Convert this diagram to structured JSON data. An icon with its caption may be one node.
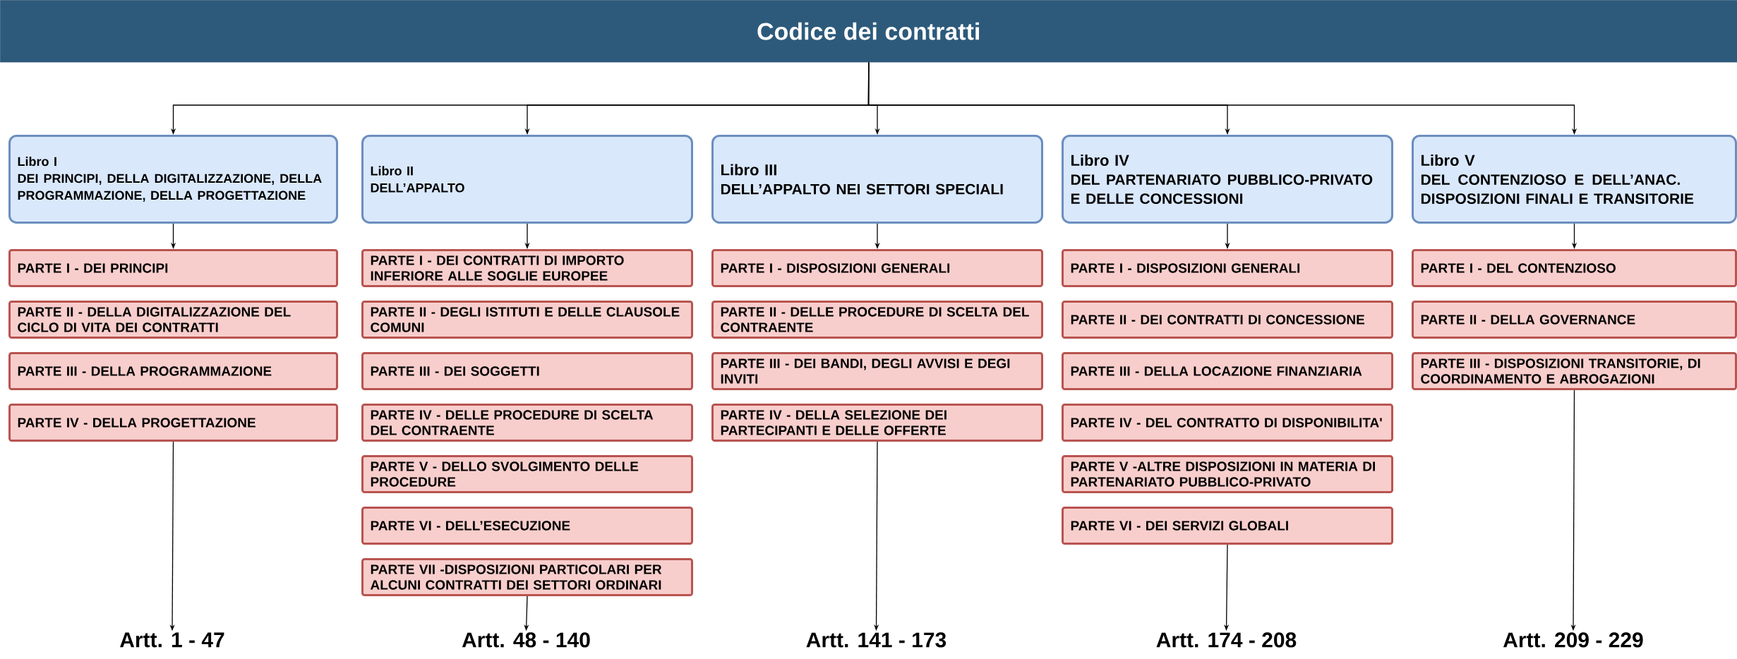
{
  "diagram": {
    "nodes": [
      {
        "text": [
          "Codice dei contratti"
        ]
      },
      {
        "text": [
          "Libro I",
          "DEI PRINCIPI, DELLA DIGITALIZZAZIONE, DELLA PROGRAMMAZIONE, DELLA PROGETTAZIONE"
        ]
      },
      {
        "text": [
          "PARTE I - DEI PRINCIPI"
        ]
      },
      {
        "text": [
          "PARTE II - DELLA DIGITALIZZAZIONE DEL CICLO DI VITA DEI CONTRATTI"
        ]
      },
      {
        "text": [
          "PARTE III - DELLA PROGRAMMAZIONE"
        ]
      },
      {
        "text": [
          "PARTE IV - DELLA PROGETTAZIONE"
        ]
      },
      {
        "text": [
          "Artt. 1 - 47"
        ]
      },
      {
        "text": [
          "Libro II",
          "DELL’APPALTO"
        ]
      },
      {
        "text": [
          "PARTE I - DEI CONTRATTI DI IMPORTO INFERIORE ALLE SOGLIE EUROPEE"
        ]
      },
      {
        "text": [
          "PARTE II - DEGLI ISTITUTI E DELLE CLAUSOLE COMUNI"
        ]
      },
      {
        "text": [
          "PARTE III - DEI SOGGETTI"
        ]
      },
      {
        "text": [
          "PARTE IV - DELLE PROCEDURE DI SCELTA DEL CONTRAENTE"
        ]
      },
      {
        "text": [
          "PARTE V - DELLO SVOLGIMENTO DELLE PROCEDURE"
        ]
      },
      {
        "text": [
          "PARTE VI - DELL’ESECUZIONE"
        ]
      },
      {
        "text": [
          "PARTE VII -DISPOSIZIONI PARTICOLARI PER ALCUNI CONTRATTI DEI SETTORI ORDINARI"
        ]
      },
      {
        "text": [
          "Artt. 48 - 140"
        ]
      },
      {
        "text": [
          "Libro III",
          "DELL’APPALTO NEI SETTORI SPECIALI"
        ]
      },
      {
        "text": [
          "PARTE I - DISPOSIZIONI GENERALI"
        ]
      },
      {
        "text": [
          "PARTE II - DELLE PROCEDURE DI SCELTA DEL CONTRAENTE"
        ]
      },
      {
        "text": [
          "PARTE III - DEI BANDI, DEGLI AVVISI E DEGI INVITI"
        ]
      },
      {
        "text": [
          "PARTE IV - DELLA SELEZIONE DEI PARTECIPANTI E DELLE OFFERTE"
        ]
      },
      {
        "text": [
          "Artt. 141 - 173"
        ]
      },
      {
        "text": [
          "Libro IV",
          "DEL PARTENARIATO PUBBLICO-PRIVATO E DELLE CONCESSIONI"
        ]
      },
      {
        "text": [
          "PARTE I - DISPOSIZIONI GENERALI"
        ]
      },
      {
        "text": [
          "PARTE II - DEI CONTRATTI DI CONCESSIONE"
        ]
      },
      {
        "text": [
          "PARTE III - DELLA LOCAZIONE FINANZIARIA"
        ]
      },
      {
        "text": [
          "PARTE IV - DEL CONTRATTO DI DISPONIBILITA'"
        ]
      },
      {
        "text": [
          "PARTE V -ALTRE DISPOSIZIONI IN MATERIA DI PARTENARIATO PUBBLICO-PRIVATO"
        ]
      },
      {
        "text": [
          "PARTE VI - DEI SERVIZI GLOBALI"
        ]
      },
      {
        "text": [
          "Artt. 174 - 208"
        ]
      },
      {
        "text": [
          "Libro V",
          "DEL CONTENZIOSO E DELL’ANAC. DISPOSIZIONI FINALI E TRANSITORIE"
        ]
      },
      {
        "text": [
          "PARTE I - DEL CONTENZIOSO"
        ]
      },
      {
        "text": [
          "PARTE II - DELLA GOVERNANCE"
        ]
      },
      {
        "text": [
          "PARTE III - DISPOSIZIONI TRANSITORIE, DI COORDINAMENTO E ABROGAZIONI"
        ]
      },
      {
        "text": [
          "Artt. 209 - 229"
        ]
      }
    ],
    "edges": [
      {
        "from": 0,
        "to": 1,
        "arrow": "to"
      },
      {
        "from": 0,
        "to": 7,
        "arrow": "to"
      },
      {
        "from": 0,
        "to": 16,
        "arrow": "to"
      },
      {
        "from": 0,
        "to": 22,
        "arrow": "to"
      },
      {
        "from": 0,
        "to": 30,
        "arrow": "to"
      },
      {
        "from": 1,
        "to": 2,
        "arrow": "to"
      },
      {
        "from": 7,
        "to": 8,
        "arrow": "to"
      },
      {
        "from": 16,
        "to": 17,
        "arrow": "to"
      },
      {
        "from": 22,
        "to": 23,
        "arrow": "to"
      },
      {
        "from": 30,
        "to": 31,
        "arrow": "to"
      },
      {
        "from": 5,
        "to": 6,
        "arrow": "to"
      },
      {
        "from": 14,
        "to": 15,
        "arrow": "to"
      },
      {
        "from": 20,
        "to": 21,
        "arrow": "to"
      },
      {
        "from": 28,
        "to": 29,
        "arrow": "to"
      },
      {
        "from": 33,
        "to": 34,
        "arrow": "to"
      }
    ]
  }
}
